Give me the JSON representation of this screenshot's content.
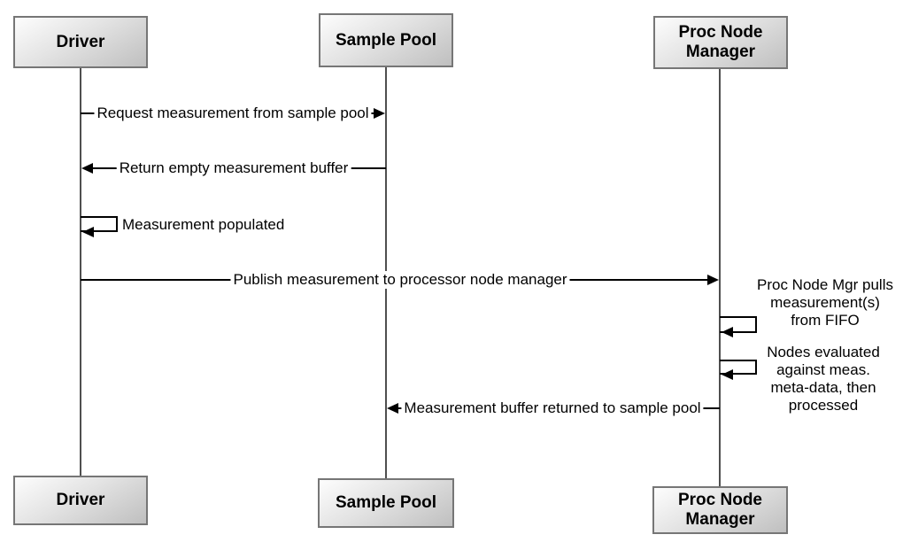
{
  "diagram": {
    "type": "sequence",
    "colors": {
      "background": "#ffffff",
      "message_line": "#000000",
      "lifeline": "#4f4f4f",
      "actor_border": "#767676",
      "actor_fill_light": "#fdfdfd",
      "actor_fill_dark": "#bfbfbf",
      "text": "#000000"
    },
    "actors": [
      {
        "id": "driver",
        "label": "Driver"
      },
      {
        "id": "sample-pool",
        "label": "Sample Pool"
      },
      {
        "id": "proc-node-manager",
        "label": "Proc Node\nManager"
      }
    ],
    "messages": [
      {
        "label": "Request measurement from sample pool",
        "from": "Driver",
        "to": "Sample Pool"
      },
      {
        "label": "Return empty measurement buffer",
        "from": "Sample Pool",
        "to": "Driver"
      },
      {
        "label": "Measurement populated",
        "from": "Driver",
        "to": "Driver",
        "self": true
      },
      {
        "label": "Publish measurement to processor node manager",
        "from": "Driver",
        "to": "Proc Node Manager"
      },
      {
        "label": "Measurement buffer returned to sample pool",
        "from": "Proc Node Manager",
        "to": "Sample Pool"
      }
    ],
    "self_notes": [
      {
        "actor": "Proc Node Manager",
        "text": "Proc Node Mgr pulls\nmeasurement(s)\nfrom FIFO"
      },
      {
        "actor": "Proc Node Manager",
        "text": "Nodes evaluated\nagainst meas.\nmeta-data, then\nprocessed"
      }
    ]
  }
}
